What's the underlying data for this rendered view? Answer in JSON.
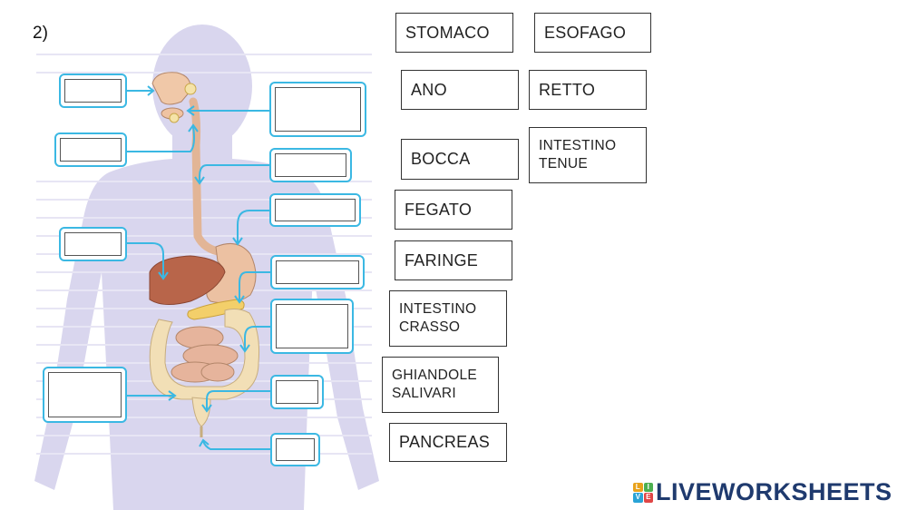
{
  "question_number": "2)",
  "word_cards": [
    {
      "id": "stomaco",
      "label": "STOMACO"
    },
    {
      "id": "esofago",
      "label": "ESOFAGO"
    },
    {
      "id": "ano",
      "label": "ANO"
    },
    {
      "id": "retto",
      "label": "RETTO"
    },
    {
      "id": "bocca",
      "label": "BOCCA"
    },
    {
      "id": "intestino-tenue",
      "label": "INTESTINO\nTENUE"
    },
    {
      "id": "fegato",
      "label": "FEGATO"
    },
    {
      "id": "faringe",
      "label": "FARINGE"
    },
    {
      "id": "intestino-crasso",
      "label": "INTESTINO\nCRASSO"
    },
    {
      "id": "ghiandole-salivari",
      "label": "GHIANDOLE\nSALIVARI"
    },
    {
      "id": "pancreas",
      "label": "PANCREAS"
    }
  ],
  "brand": {
    "name": "LIVEWORKSHEETS",
    "logo_letters": [
      "L",
      "I",
      "V",
      "E"
    ],
    "logo_colors": [
      "#e8a21b",
      "#4caf50",
      "#29a3d6",
      "#e04646"
    ]
  },
  "colors": {
    "silhouette": "#d9d6ee",
    "answer_border": "#3bb8e3",
    "arrow": "#3bb8e3",
    "organ_tan": "#e9c3a6",
    "liver": "#b8654a",
    "colon": "#f2dfb6",
    "brand_text": "#1f3a6e"
  }
}
